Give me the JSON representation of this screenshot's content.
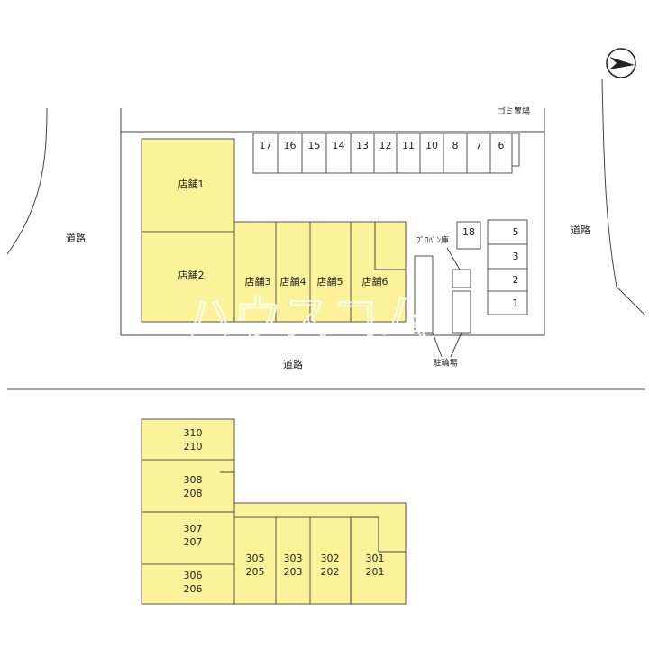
{
  "roads": {
    "left": "道路",
    "right": "道路",
    "bottom": "道路"
  },
  "shops": [
    "店舗1",
    "店舗2",
    "店舗3",
    "店舗4",
    "店舗5",
    "店舗6"
  ],
  "parking_top": [
    "17",
    "16",
    "15",
    "14",
    "13",
    "12",
    "11",
    "10",
    "8",
    "7",
    "6"
  ],
  "parking_right": [
    "5",
    "3",
    "2",
    "1"
  ],
  "parking_18": "18",
  "garbage_label": "ゴミ置場",
  "propane_label": "ﾌﾟﾛﾊﾟﾝ庫",
  "bicycle_label": "駐輪場",
  "watermark": "ハウスコム",
  "units": [
    {
      "upper": "310",
      "lower": "210"
    },
    {
      "upper": "308",
      "lower": "208"
    },
    {
      "upper": "307",
      "lower": "207"
    },
    {
      "upper": "306",
      "lower": "206"
    },
    {
      "upper": "305",
      "lower": "205"
    },
    {
      "upper": "303",
      "lower": "203"
    },
    {
      "upper": "302",
      "lower": "202"
    },
    {
      "upper": "301",
      "lower": "201"
    }
  ],
  "colors": {
    "unit_fill": "#fbf29a",
    "outline": "#555555"
  }
}
